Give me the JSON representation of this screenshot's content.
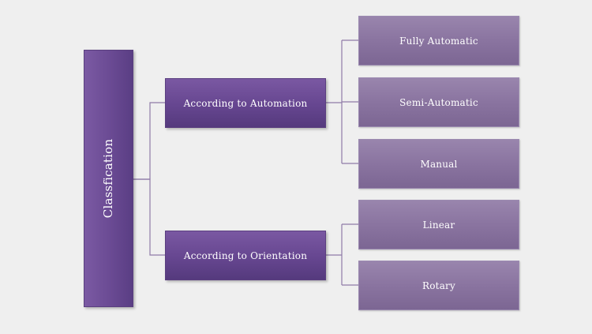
{
  "diagram": {
    "root": {
      "label": "Classfication"
    },
    "branches": [
      {
        "label": "According to Automation",
        "children": [
          "Fully Automatic",
          "Semi-Automatic",
          "Manual"
        ]
      },
      {
        "label": "According to Orientation",
        "children": [
          "Linear",
          "Rotary"
        ]
      }
    ]
  },
  "colors": {
    "background": "#efefef",
    "root_fill": "#6a4a93",
    "branch_fill": "#664690",
    "leaf_fill": "#8a74a0",
    "connector": "#8f7ba8",
    "text": "#ffffff"
  }
}
